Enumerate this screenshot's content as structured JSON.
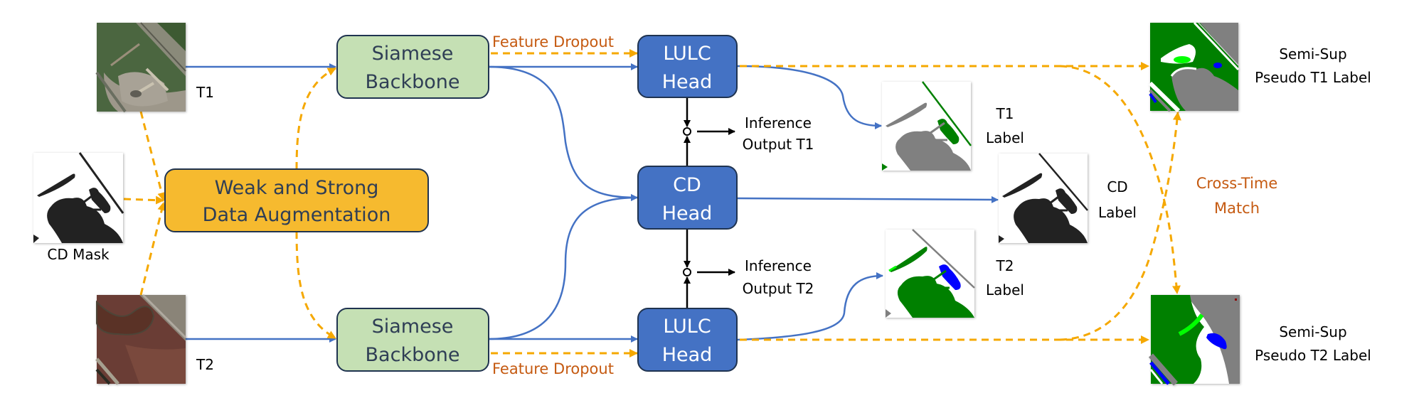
{
  "colors": {
    "blue_arrow": "#4472C4",
    "orange_dashed": "#F5A800",
    "orange_text": "#C55A11",
    "head_fill": "#4472C4",
    "backbone_fill": "#C5E0B4",
    "augment_fill": "#F6BA2F",
    "node_border": "#1F3350",
    "lulc_green": "#008000",
    "lulc_light_green": "#00FF00",
    "lulc_gray": "#808080",
    "lulc_blue": "#0000FF",
    "mask_black": "#202020"
  },
  "inputs": {
    "t1_label": "T1",
    "t2_label": "T2",
    "cd_mask_label": "CD Mask"
  },
  "nodes": {
    "augmentation": {
      "line1": "Weak and Strong",
      "line2": "Data Augmentation"
    },
    "backbone_top": {
      "line1": "Siamese",
      "line2": "Backbone"
    },
    "backbone_bottom": {
      "line1": "Siamese",
      "line2": "Backbone"
    },
    "lulc_head_top": {
      "line1": "LULC",
      "line2": "Head"
    },
    "cd_head": {
      "line1": "CD",
      "line2": "Head"
    },
    "lulc_head_bottom": {
      "line1": "LULC",
      "line2": "Head"
    }
  },
  "edge_labels": {
    "feature_dropout_top": "Feature Dropout",
    "feature_dropout_bottom": "Feature Dropout",
    "cross_time_match_line1": "Cross-Time",
    "cross_time_match_line2": "Match"
  },
  "inference": {
    "t1": {
      "line1": "Inference",
      "line2": "Output T1"
    },
    "t2": {
      "line1": "Inference",
      "line2": "Output T2"
    }
  },
  "outputs": {
    "t1_label": {
      "line1": "T1",
      "line2": "Label"
    },
    "cd_label": {
      "line1": "CD",
      "line2": "Label"
    },
    "t2_label": {
      "line1": "T2",
      "line2": "Label"
    },
    "pseudo_t1": {
      "line1": "Semi-Sup",
      "line2": "Pseudo T1 Label"
    },
    "pseudo_t2": {
      "line1": "Semi-Sup",
      "line2": "Pseudo T2 Label"
    }
  }
}
